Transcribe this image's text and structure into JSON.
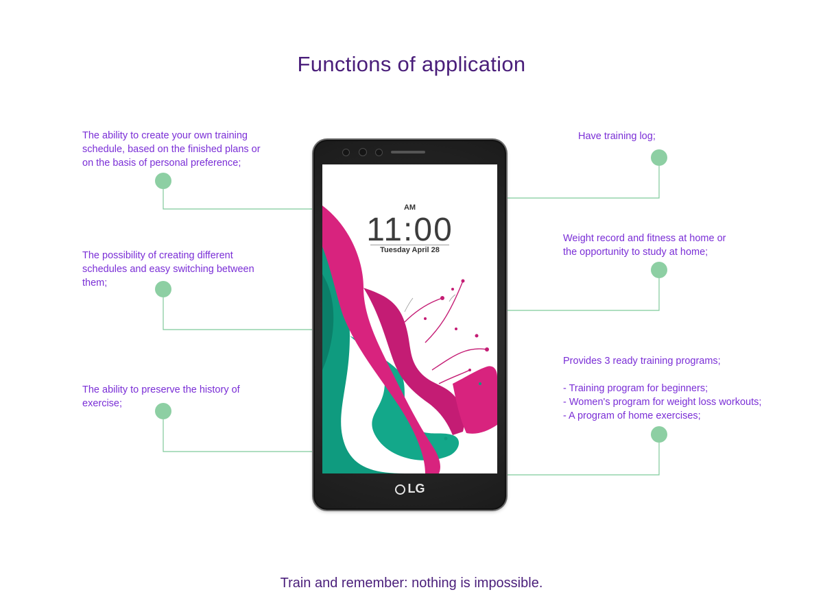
{
  "title": "Functions of application",
  "footer": "Train and remember: nothing is impossible.",
  "features_left": [
    {
      "lines": [
        "The ability to create your own training",
        "schedule, based on the finished plans or",
        "on the basis of personal preference;"
      ]
    },
    {
      "lines": [
        "The possibility of creating different",
        "schedules and easy switching between",
        "them;"
      ]
    },
    {
      "lines": [
        "The ability to preserve the history of",
        "exercise;"
      ]
    }
  ],
  "features_right": [
    {
      "lines": [
        "Have training log;"
      ]
    },
    {
      "lines": [
        "Weight record and fitness at home or",
        "the opportunity to study at home;"
      ]
    },
    {
      "lines": [
        "Provides 3 ready training programs;",
        "",
        "- Training program for beginners;",
        "- Women's program for weight loss workouts;",
        "- A program of home exercises;"
      ]
    }
  ],
  "phone": {
    "ampm": "AM",
    "time": "11:00",
    "date": "Tuesday April 28",
    "brand": "LG"
  },
  "colors": {
    "title": "#4a1e7a",
    "feature_text": "#7a2ed6",
    "connector_dot": "#8dcfa3",
    "connector_line": "#7ec99a"
  }
}
